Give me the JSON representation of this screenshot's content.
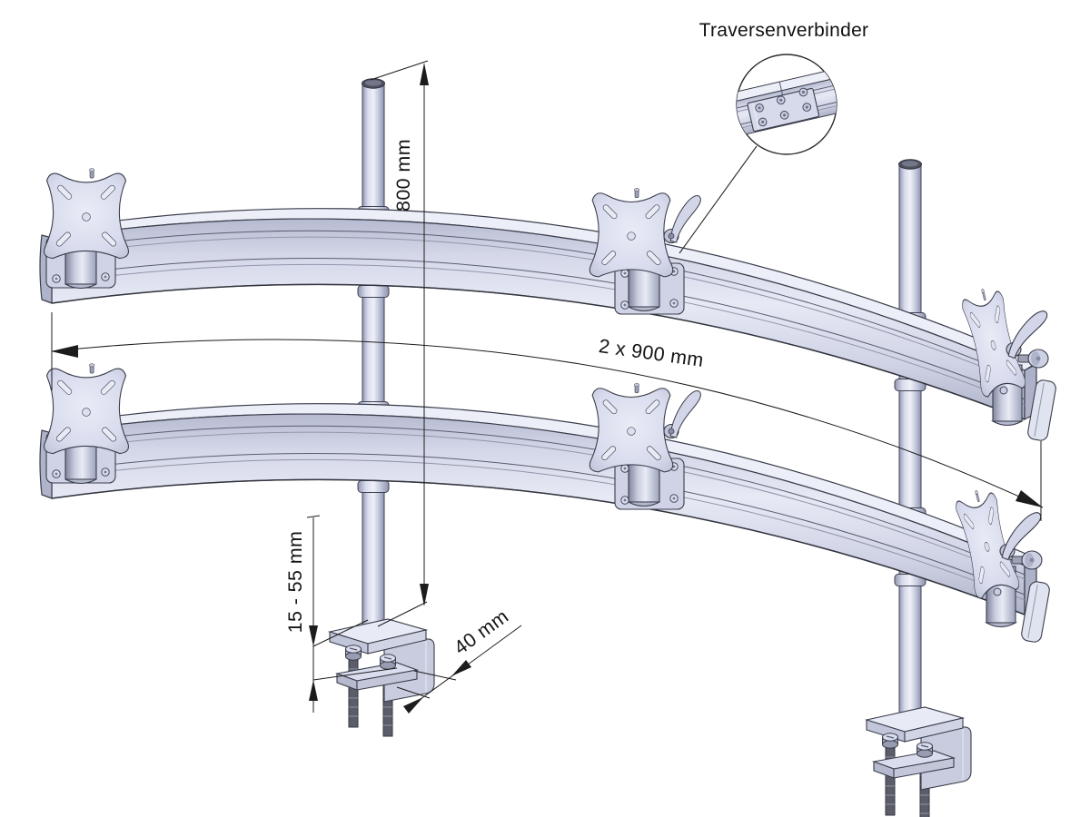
{
  "figure": {
    "background": "#ffffff",
    "callout": {
      "label": "Traversenverbinder"
    },
    "dimensions": {
      "pole_height": "800 mm",
      "crossbar_length": "2 x 900 mm",
      "clamp_opening": "15 - 55 mm",
      "clamp_depth": "40 mm"
    },
    "colors": {
      "part_fill": "#d9dcee",
      "part_highlight": "#eceef8",
      "part_shadow": "#aeb2c8",
      "edge_line": "#3a3d4a",
      "dimension_line": "#1c1c1c",
      "text": "#141414"
    }
  }
}
